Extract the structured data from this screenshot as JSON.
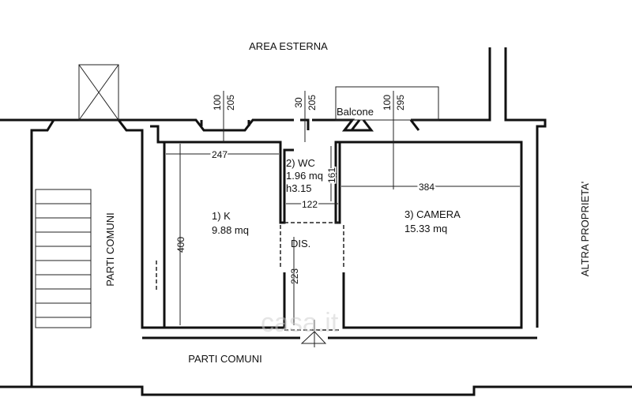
{
  "labels": {
    "area_esterna": "AREA ESTERNA",
    "parti_comuni_bottom": "PARTI COMUNI",
    "parti_comuni_side": "PARTI COMUNI",
    "altra_proprieta": "ALTRA PROPRIETA'",
    "balcone": "Balcone",
    "dis": "DIS."
  },
  "rooms": [
    {
      "name": "1) K",
      "area": "9.88 mq"
    },
    {
      "name": "2) WC",
      "area": "1.96 mq",
      "height": "h3.15"
    },
    {
      "name": "3) CAMERA",
      "area": "15.33 mq"
    }
  ],
  "dimensions": {
    "k_width": "247",
    "k_height": "400",
    "wc_width": "122",
    "wc_height": "161",
    "camera_width": "384",
    "dis_height": "223",
    "window1_sill": "100",
    "window1_height": "205",
    "window2_sill": "30",
    "window2_height": "205",
    "window3_sill": "100",
    "window3_height": "295"
  },
  "watermark": "casa.it"
}
